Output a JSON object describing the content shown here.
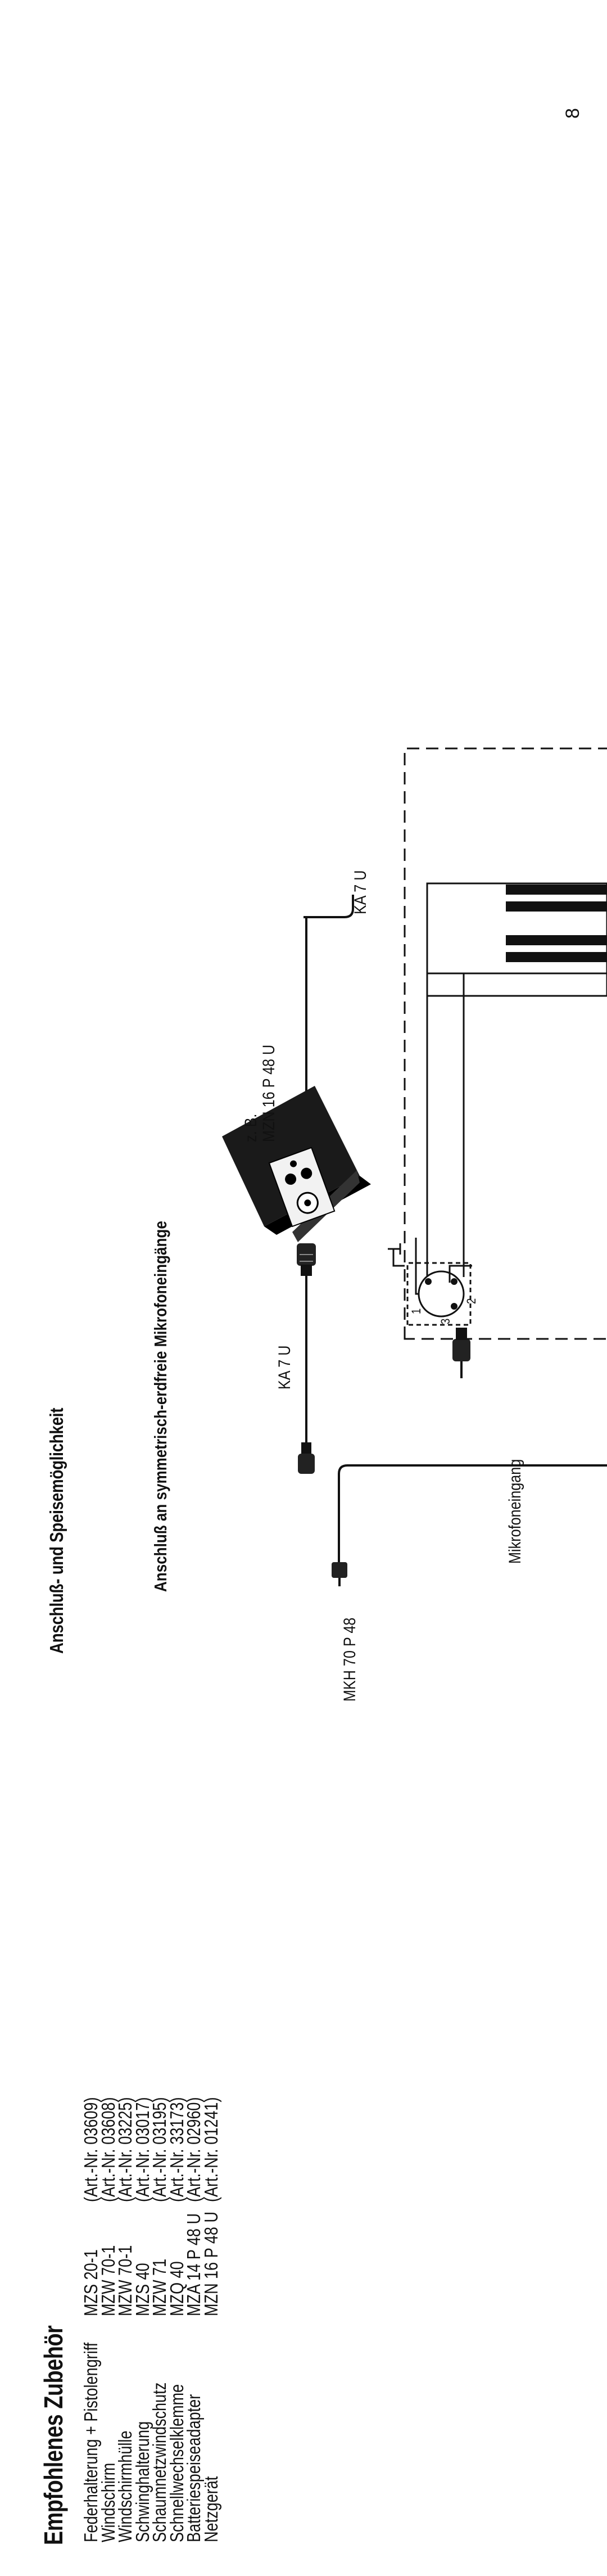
{
  "page_number": "8",
  "accessories": {
    "title": "Empfohlenes Zubehör",
    "items": [
      {
        "name": "Federhalterung + Pistolengriff",
        "model": "MZS 20-1",
        "art_nr": "(Art.-Nr. 03609)"
      },
      {
        "name": "Windschirm",
        "model": "MZW 70-1",
        "art_nr": "(Art.-Nr. 03608)"
      },
      {
        "name": "Windschirmhülle",
        "model": "MZW 70-1",
        "art_nr": "(Art.-Nr. 03225)"
      },
      {
        "name": "Schwinghalterung",
        "model": "MZS 40",
        "art_nr": "(Art.-Nr. 03017)"
      },
      {
        "name": "Schaumnetzwindschutz",
        "model": "MZW 71",
        "art_nr": "(Art.-Nr. 03195)"
      },
      {
        "name": "Schnellwechselklemme",
        "model": "MZQ 40",
        "art_nr": "(Art.-Nr. 33173)"
      },
      {
        "name": "Batteriespeiseadapter",
        "model": "MZA 14 P 48 U",
        "art_nr": "(Art.-Nr. 02960)"
      },
      {
        "name": "Netzgerät",
        "model": "MZN 16 P 48 U",
        "art_nr": "(Art.-Nr. 01241)"
      }
    ]
  },
  "connection": {
    "title": "Anschluß- und Speisemöglichkeit",
    "subtitle": "Anschluß an symmetrisch-erdfreie Mikrofoneingänge",
    "labels": {
      "mic": "MKH 70 P 48",
      "cable_left": "KA 7 U",
      "cable_right": "KA 7 U",
      "psu_prefix": "z. B.",
      "psu_model": "MZN 16 P 48 U",
      "input": "Mikrofoneingang",
      "pin1": "1",
      "pin2": "2",
      "pin3": "3"
    }
  }
}
